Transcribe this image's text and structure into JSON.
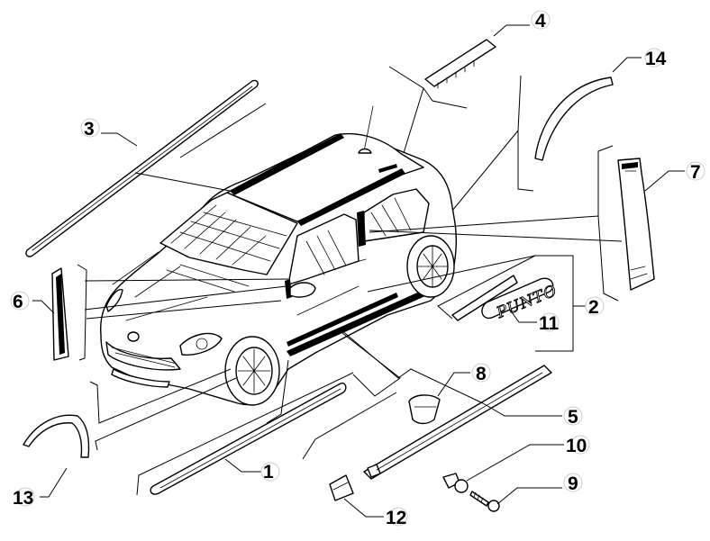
{
  "diagram": {
    "parts": [
      {
        "id": "1",
        "label": "1"
      },
      {
        "id": "2",
        "label": "2"
      },
      {
        "id": "3",
        "label": "3"
      },
      {
        "id": "4",
        "label": "4"
      },
      {
        "id": "5",
        "label": "5"
      },
      {
        "id": "6",
        "label": "6"
      },
      {
        "id": "7",
        "label": "7"
      },
      {
        "id": "8",
        "label": "8"
      },
      {
        "id": "9",
        "label": "9"
      },
      {
        "id": "10",
        "label": "10"
      },
      {
        "id": "11",
        "label": "11"
      },
      {
        "id": "12",
        "label": "12"
      },
      {
        "id": "13",
        "label": "13"
      },
      {
        "id": "14",
        "label": "14"
      }
    ],
    "badge_text": "PUNTO",
    "colors": {
      "ink": "#000000",
      "paper": "#ffffff",
      "callout_circle": "#ffffff"
    }
  }
}
